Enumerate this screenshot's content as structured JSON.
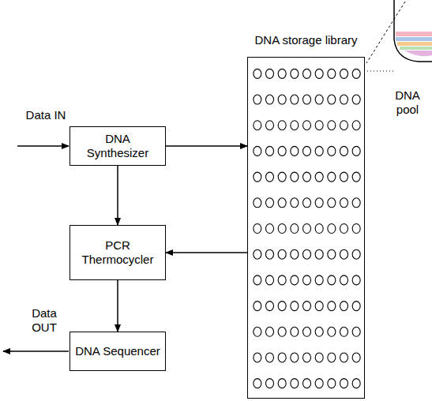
{
  "diagram": {
    "nodes": [
      {
        "text": [
          "DNA Synthesizer"
        ]
      },
      {
        "text": [
          "DNA storage library"
        ]
      },
      {
        "text": [
          "PCR Thermocycler"
        ]
      },
      {
        "text": [
          "DNA Sequencer"
        ]
      }
    ],
    "edges": [
      {
        "from": 0,
        "to": 1,
        "arrow": "to"
      },
      {
        "from": 0,
        "to": 2,
        "arrow": "to"
      },
      {
        "from": 1,
        "to": 2,
        "arrow": "to"
      },
      {
        "from": 2,
        "to": 3,
        "arrow": "to"
      }
    ],
    "labels": [
      "Data IN",
      "Data OUT",
      "DNA pool"
    ]
  }
}
